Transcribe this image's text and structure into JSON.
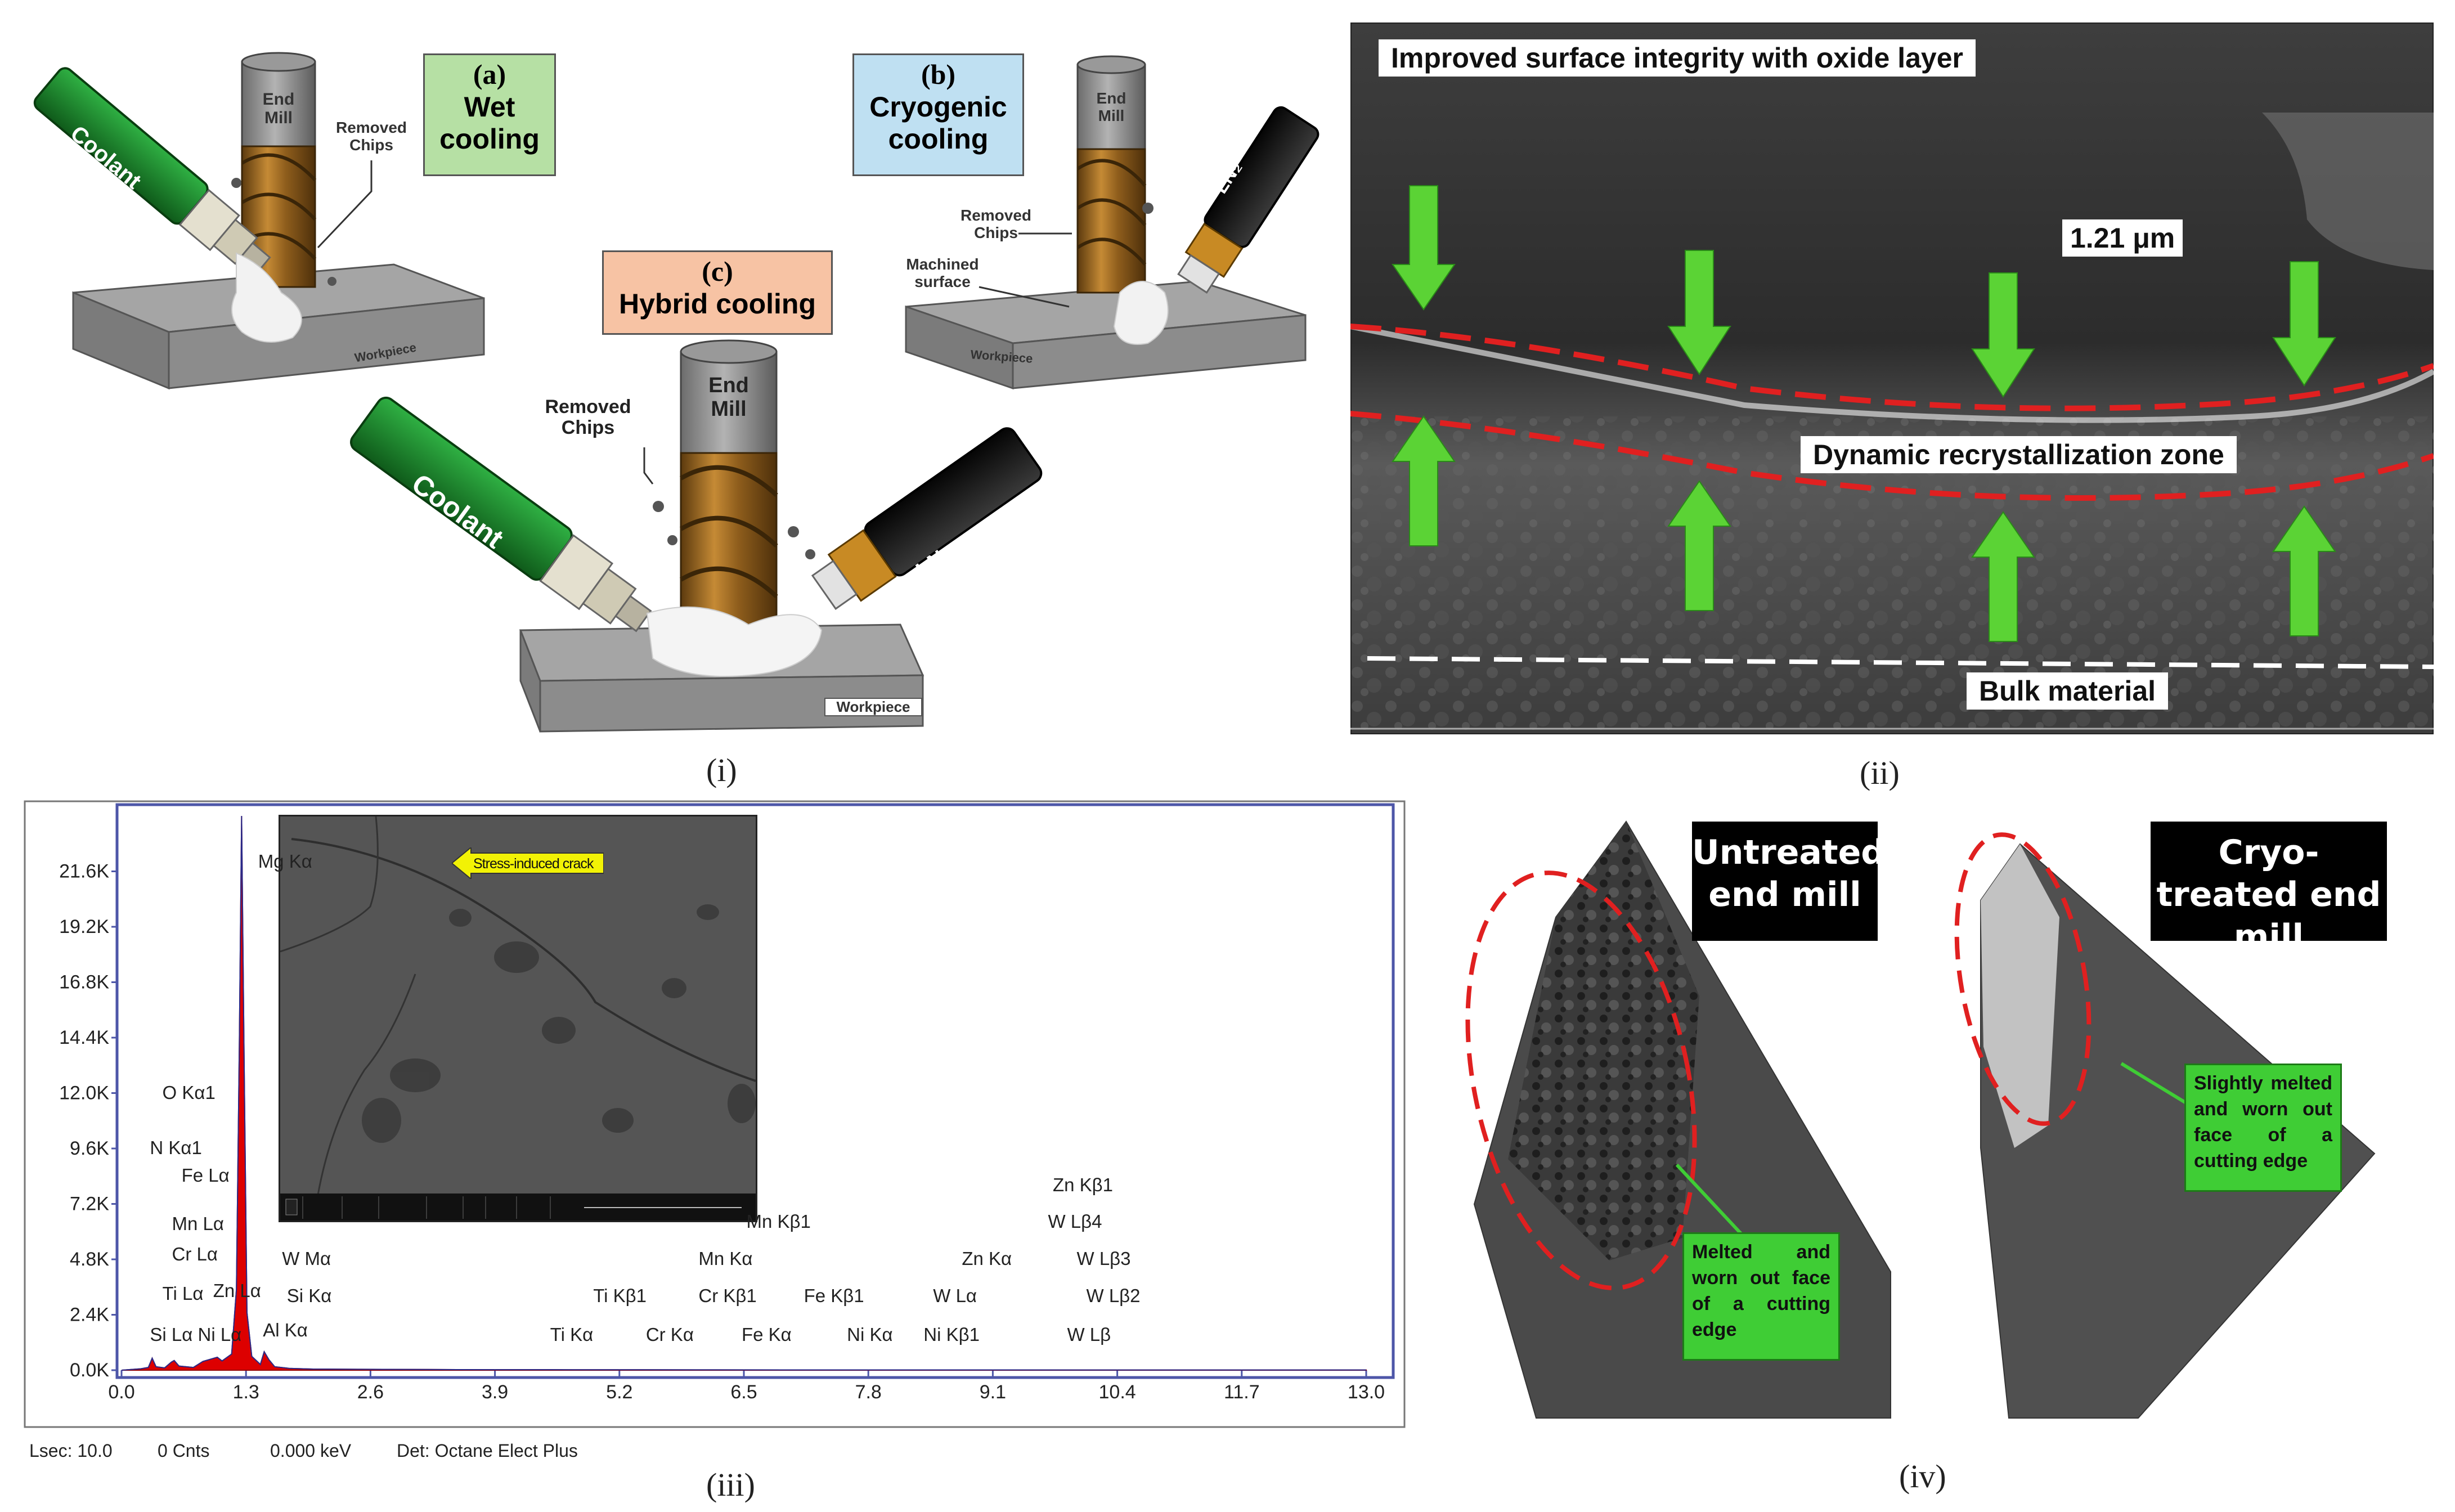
{
  "panel_i": {
    "label": "(i)",
    "wet": {
      "letter": "(a)",
      "title": "Wet cooling"
    },
    "cryo": {
      "letter": "(b)",
      "title": "Cryogenic cooling"
    },
    "hybrid": {
      "letter": "(c)",
      "title": "Hybrid cooling"
    },
    "end_mill": "End Mill",
    "coolant": "Coolant",
    "ln2": "LN₂",
    "removed_chips": "Removed Chips",
    "machined_surface": "Machined surface",
    "workpiece": "Workpiece"
  },
  "panel_ii": {
    "label": "(ii)",
    "oxide": "Improved surface integrity with oxide layer",
    "thickness": "1.21 μm",
    "drx": "Dynamic recrystallization zone",
    "bulk": "Bulk material"
  },
  "panel_iii": {
    "label": "(iii)",
    "crack": "Stress-induced crack",
    "footer": {
      "lsec": "Lsec: 10.0",
      "cnts": "0 Cnts",
      "kev": "0.000 keV",
      "det": "Det: Octane Elect Plus"
    },
    "chart_data": {
      "type": "line",
      "x_ticks": [
        "0.0",
        "1.3",
        "2.6",
        "3.9",
        "5.2",
        "6.5",
        "7.8",
        "9.1",
        "10.4",
        "11.7",
        "13.0"
      ],
      "y_ticks": [
        "0.0K",
        "2.4K",
        "4.8K",
        "7.2K",
        "9.6K",
        "12.0K",
        "14.4K",
        "16.8K",
        "19.2K",
        "21.6K"
      ],
      "xlim": [
        0,
        13
      ],
      "ylim": [
        0,
        24000
      ],
      "series": [
        {
          "x": [
            0.0,
            0.2,
            0.28,
            0.32,
            0.36,
            0.45,
            0.52,
            0.55,
            0.6,
            0.75,
            0.85,
            1.0,
            1.05,
            1.15,
            1.2,
            1.23,
            1.254,
            1.28,
            1.31,
            1.36,
            1.45,
            1.49,
            1.54,
            1.6,
            1.75,
            2.0,
            2.5,
            3.5,
            4.5,
            6.0,
            8.0,
            10.0,
            13.0
          ],
          "y": [
            0,
            60,
            120,
            520,
            150,
            100,
            350,
            420,
            180,
            120,
            380,
            560,
            400,
            700,
            3500,
            14000,
            24000,
            13500,
            2500,
            600,
            250,
            800,
            450,
            150,
            80,
            50,
            40,
            25,
            20,
            15,
            12,
            10,
            8
          ]
        }
      ],
      "peaks": [
        {
          "label": "Mg Kα",
          "x": 1.25,
          "y": 22000
        },
        {
          "label": "O Kα1",
          "x": 0.25,
          "y": 12000
        },
        {
          "label": "N Kα1",
          "x": 0.12,
          "y": 9600
        },
        {
          "label": "Fe Lα",
          "x": 0.45,
          "y": 8400
        },
        {
          "label": "Mn Lα",
          "x": 0.35,
          "y": 6300
        },
        {
          "label": "Cr Lα",
          "x": 0.35,
          "y": 5000
        },
        {
          "label": "Ti Lα",
          "x": 0.25,
          "y": 3300
        },
        {
          "label": "Zn Lα",
          "x": 0.78,
          "y": 3400
        },
        {
          "label": "Si Lα",
          "x": 0.12,
          "y": 1500
        },
        {
          "label": "Ni Lα",
          "x": 0.62,
          "y": 1500
        },
        {
          "label": "Al Kα",
          "x": 1.3,
          "y": 1700
        },
        {
          "label": "W Mα",
          "x": 1.5,
          "y": 4800
        },
        {
          "label": "Si Kα",
          "x": 1.55,
          "y": 3200
        },
        {
          "label": "Ti Kα",
          "x": 4.3,
          "y": 1500
        },
        {
          "label": "Ti Kβ1",
          "x": 4.75,
          "y": 3200
        },
        {
          "label": "Cr Kα",
          "x": 5.3,
          "y": 1500
        },
        {
          "label": "Cr Kβ1",
          "x": 5.85,
          "y": 3200
        },
        {
          "label": "Mn Kα",
          "x": 5.85,
          "y": 4800
        },
        {
          "label": "Mn Kβ1",
          "x": 6.35,
          "y": 6400
        },
        {
          "label": "Fe Kα",
          "x": 6.3,
          "y": 1500
        },
        {
          "label": "Fe Kβ1",
          "x": 6.95,
          "y": 3200
        },
        {
          "label": "Ni Kα",
          "x": 7.4,
          "y": 1500
        },
        {
          "label": "Ni Kβ1",
          "x": 8.2,
          "y": 1500
        },
        {
          "label": "W Lα",
          "x": 8.3,
          "y": 3200
        },
        {
          "label": "Zn Kα",
          "x": 8.6,
          "y": 4800
        },
        {
          "label": "Zn Kβ1",
          "x": 9.55,
          "y": 8000
        },
        {
          "label": "W Lβ4",
          "x": 9.5,
          "y": 6400
        },
        {
          "label": "W Lβ3",
          "x": 9.8,
          "y": 4800
        },
        {
          "label": "W Lβ2",
          "x": 9.9,
          "y": 3200
        },
        {
          "label": "W Lβ",
          "x": 9.7,
          "y": 1500
        }
      ]
    }
  },
  "panel_iv": {
    "label": "(iv)",
    "untreated": "Untreated end mill",
    "cryo": "Cryo-treated end mill",
    "untreated_note": "Melted and worn out face of a cutting edge",
    "cryo_note": "Slightly melted and worn out face of a cutting edge"
  },
  "colors": {
    "wet_box": "#b6e0a4",
    "cryo_box": "#bfe0f2",
    "hybrid_box": "#f7c3a4",
    "green_tube": "#1b8a2a",
    "gold_flute": "#9a6a22",
    "red_dash": "#e02020",
    "green_arrow": "#5bd335",
    "eds_red": "#dd0000",
    "eds_frame": "#4d56a8",
    "note_green": "#3fcd35"
  }
}
